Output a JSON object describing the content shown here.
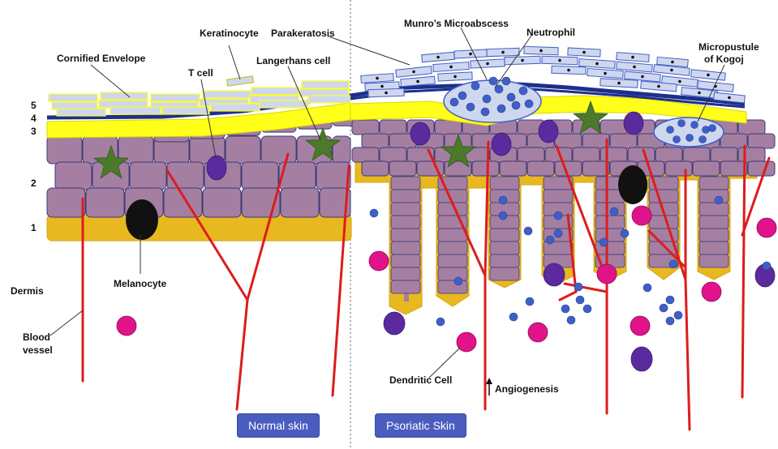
{
  "labels": {
    "cornified_envelope": "Cornified Envelope",
    "keratinocyte": "Keratinocyte",
    "t_cell": "T cell",
    "langerhans_cell": "Langerhans cell",
    "parakeratosis": "Parakeratosis",
    "munro_microabscess": "Munro’s Microabscess",
    "neutrophil": "Neutrophil",
    "micropustule_line1": "Micropustule",
    "micropustule_line2": "of Kogoj",
    "melanocyte": "Melanocyte",
    "dermis": "Dermis",
    "blood_vessel_line1": "Blood",
    "blood_vessel_line2": "vessel",
    "dendritic_cell": "Dendritic Cell",
    "angiogenesis": "Angiogenesis"
  },
  "layer_numbers": [
    "5",
    "4",
    "3",
    "2",
    "1"
  ],
  "buttons": {
    "normal": "Normal skin",
    "psoriatic": "Psoriatic Skin"
  },
  "colors": {
    "keratinocyte": "#a57fa1",
    "basal_layer": "#e8b820",
    "granular_layer": "#ffff1a",
    "stratum_lucidum": "#1c2f8c",
    "corneum_cell": "#cfd7ef",
    "blood_vessel": "#dd1c1c",
    "langerhans": "#4a7a2a",
    "t_cell": "#5b2a9e",
    "melanocyte": "#111111",
    "dendritic": "#e0138a",
    "neutrophil": "#3f5fc8",
    "button": "#4a5dbf"
  }
}
